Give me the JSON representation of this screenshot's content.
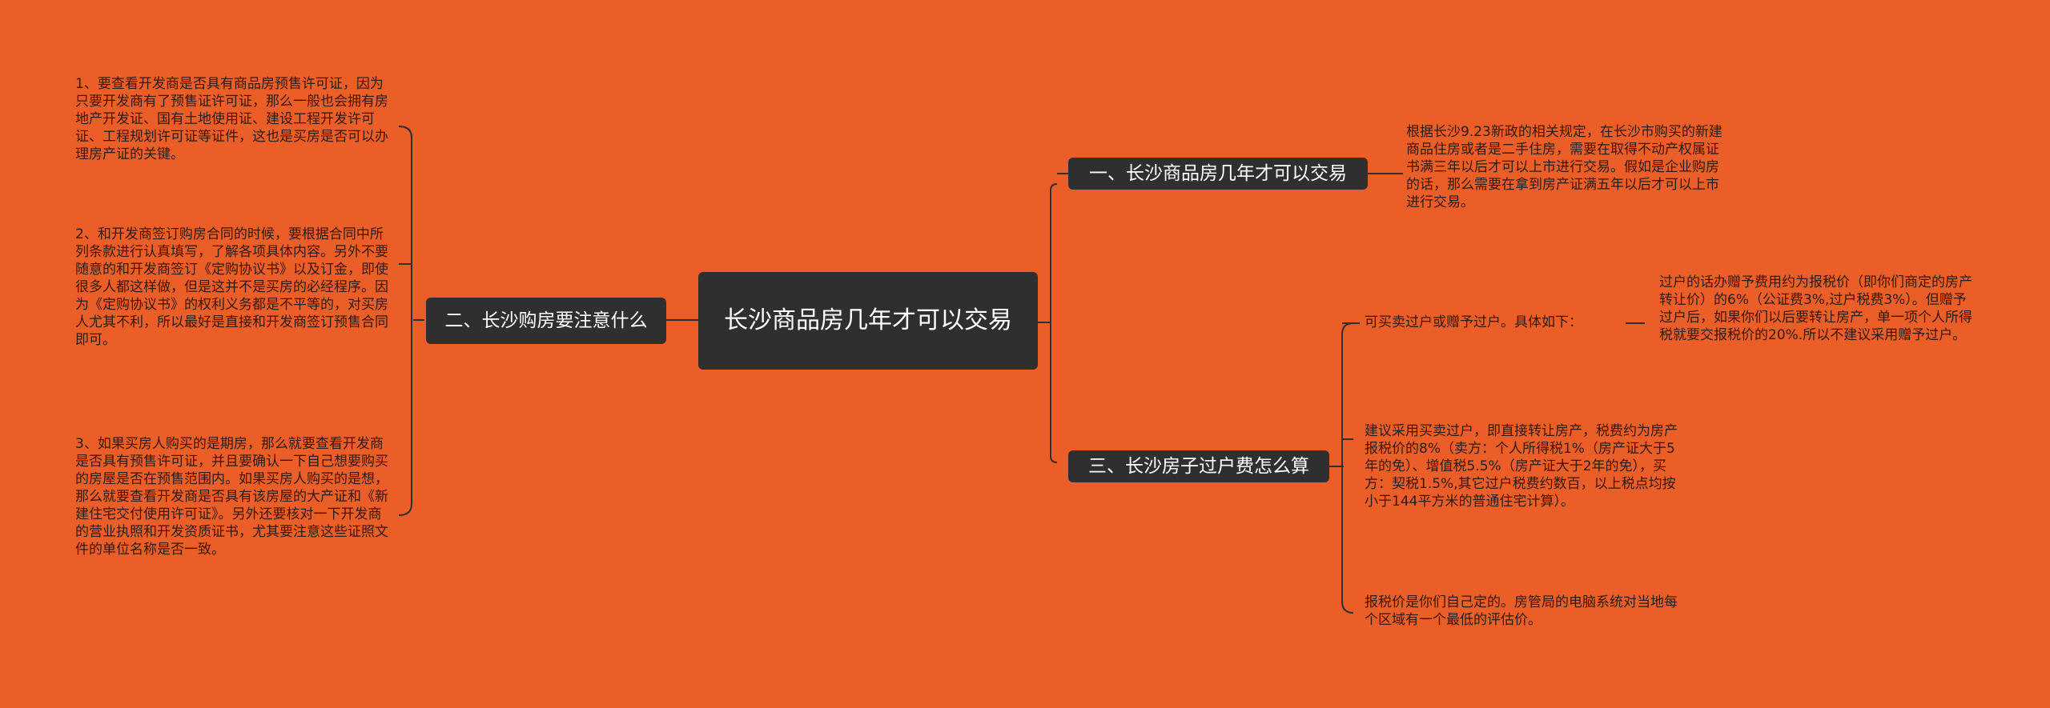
{
  "root": {
    "title": "长沙商品房几年才可以交易"
  },
  "branches": {
    "trade": {
      "title": "一、长沙商品房几年才可以交易",
      "text": "根据长沙9.23新政的相关规定，在长沙市购买的新建商品住房或者是二手住房，需要在取得不动产权属证书满三年以后才可以上市进行交易。假如是企业购房的话，那么需要在拿到房产证满五年以后才可以上市进行交易。"
    },
    "notes": {
      "title": "二、长沙购房要注意什么",
      "items": [
        "1、要查看开发商是否具有商品房预售许可证，因为只要开发商有了预售证许可证，那么一般也会拥有房地产开发证、国有土地使用证、建设工程开发许可证、工程规划许可证等证件，这也是买房是否可以办理房产证的关键。",
        "2、和开发商签订购房合同的时候，要根据合同中所列条款进行认真填写，了解各项具体内容。另外不要随意的和开发商签订《定购协议书》以及订金，即使很多人都这样做，但是这并不是买房的必经程序。因为《定购协议书》的权利义务都是不平等的，对买房人尤其不利，所以最好是直接和开发商签订预售合同即可。",
        "3、如果买房人购买的是期房，那么就要查看开发商是否具有预售许可证，并且要确认一下自己想要购买的房屋是否在预售范围内。如果买房人购买的是想，那么就要查看开发商是否具有该房屋的大产证和《新建住宅交付使用许可证》。另外还要核对一下开发商的营业执照和开发资质证书，尤其要注意这些证照文件的单位名称是否一致。"
      ]
    },
    "fees": {
      "title": "三、长沙房子过户费怎么算",
      "items": [
        "可买卖过户或赠予过户。具体如下：",
        "建议采用买卖过户，即直接转让房产，税费约为房产报税价的8%（卖方：个人所得税1%（房产证大于5年的免）、增值税5.5%（房产证大于2年的免），买方：契税1.5%,其它过户税费约数百，以上税点均按小于144平方米的普通住宅计算）。",
        "报税价是你们自己定的。房管局的电脑系统对当地每个区域有一个最低的评估价。"
      ],
      "sub_text": "过户的话办赠予费用约为报税价（即你们商定的房产转让价）的6%（公证费3%,过户税费3%）。但赠予过户后，如果你们以后要转让房产，单一项个人所得税就要交报税价的20%.所以不建议采用赠予过户。"
    }
  }
}
